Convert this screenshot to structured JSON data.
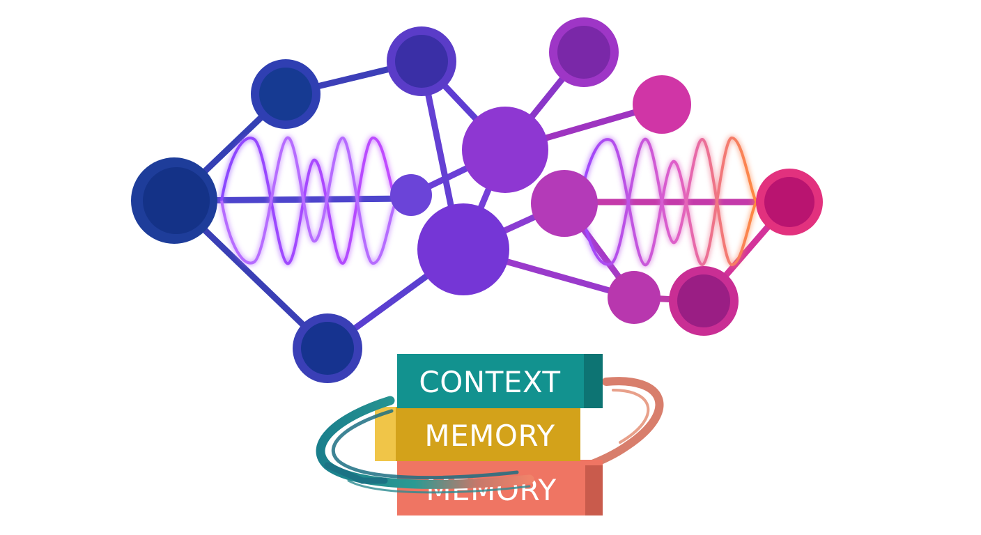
{
  "blocks": {
    "top_label": "CONTEXT",
    "middle_label": "MEMORY",
    "bottom_label": "MEMORY"
  },
  "colors": {
    "node_blue": "#17358f",
    "node_indigo": "#3b3fb6",
    "node_violet": "#7a3fd9",
    "node_magenta": "#b02ca8",
    "node_pink": "#e0338a",
    "block_teal": "#12928f",
    "block_mustard": "#d3a21a",
    "block_coral": "#ef7563",
    "wave_glow": "#b76bff",
    "wave_orange": "#ff8a3d"
  }
}
